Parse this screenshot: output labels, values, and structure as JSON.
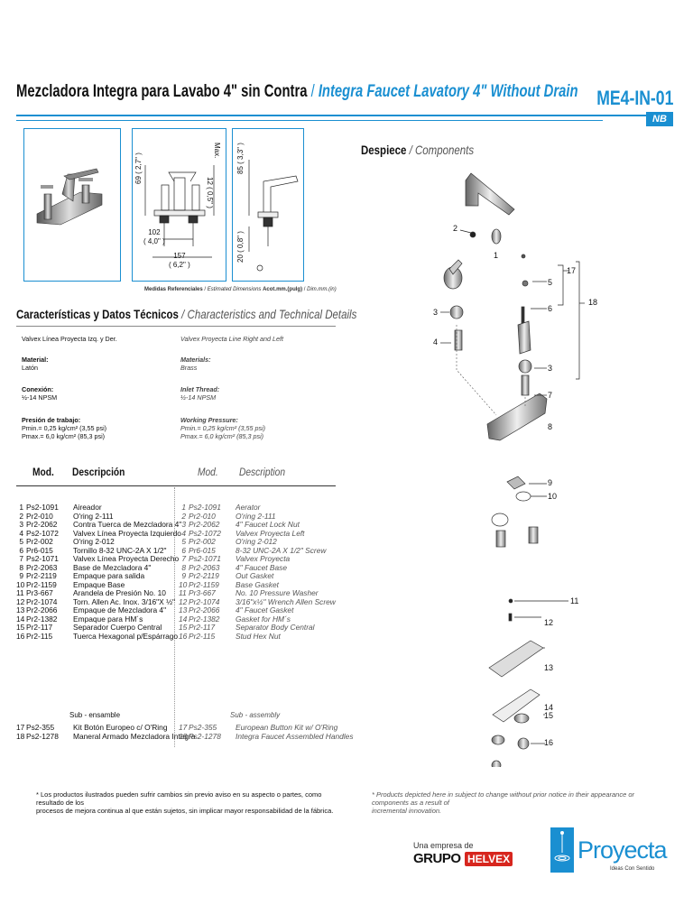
{
  "header": {
    "title_es": "Mezcladora Integra para Lavabo  4\" sin Contra",
    "separator": " / ",
    "title_en": "Integra Faucet Lavatory 4\" Without Drain",
    "code": "ME4-IN-01",
    "badge": "NB"
  },
  "dimensions": {
    "d1": "69",
    "d1b": "( 2,7\" )",
    "max": "Max.",
    "d2": "12",
    "d2b": "( 0,5\" )",
    "d3": "102",
    "d3b": "( 4,0\" )",
    "d4": "157",
    "d4b": "( 6,2\" )",
    "d5": "85",
    "d5b": "( 3,3\" )",
    "d6": "20",
    "d6b": "( 0,8\" )",
    "note_es": "Medidas Referenciales",
    "note_en": "Estimated Dimensions",
    "units_es": "Acot.mm.(pulg)",
    "units_en": "Dim.mm.(in)"
  },
  "components": {
    "title_es": "Despiece",
    "separator": " / ",
    "title_en": "Components",
    "labels": [
      "1",
      "2",
      "3",
      "4",
      "5",
      "6",
      "7",
      "8",
      "9",
      "10",
      "11",
      "12",
      "13",
      "14",
      "15",
      "16",
      "17",
      "18"
    ]
  },
  "characteristics": {
    "title_es": "Características y Datos Técnicos",
    "separator": " / ",
    "title_en": "Characteristics and Technical Details",
    "line_es": "Valvex Línea Proyecta Izq. y Der.",
    "line_en": "Valvex Proyecta Line Right and Left",
    "material_label_es": "Material:",
    "material_es": "Latón",
    "material_label_en": "Materials:",
    "material_en": "Brass",
    "conn_label_es": "Conexión:",
    "conn_es": "½-14 NPSM",
    "conn_label_en": "Inlet Thread:",
    "conn_en": "½-14 NPSM",
    "press_label_es": "Presión de trabajo:",
    "pmin_es": "Pmin.= 0,25 kg/cm² (3,55 psi)",
    "pmax_es": "Pmax.= 6,0 kg/cm² (85,3 psi)",
    "press_label_en": "Working Pressure:",
    "pmin_en": "Pmin.=  0,25 kg/cm² (3,55 psi)",
    "pmax_en": "Pmax.= 6,0 kg/cm² (85,3 psi)"
  },
  "parts_table": {
    "col_mod_es": "Mod.",
    "col_desc_es": "Descripción",
    "col_mod_en": "Mod.",
    "col_desc_en": "Description",
    "rows": [
      {
        "n": "1",
        "mod": "Ps2-1091",
        "es": "Aireador",
        "en": "Aerator"
      },
      {
        "n": "2",
        "mod": "Pr2-010",
        "es": "O'ring 2-111",
        "en": "O'ring 2-111"
      },
      {
        "n": "3",
        "mod": "Pr2-2062",
        "es": "Contra  Tuerca de  Mezcladora 4\"",
        "en": "4\" Faucet Lock Nut"
      },
      {
        "n": "4",
        "mod": "Ps2-1072",
        "es": "Valvex Línea Proyecta Izquierdo",
        "en": "Valvex Proyecta Left"
      },
      {
        "n": "5",
        "mod": "Pr2-002",
        "es": "O'ring 2-012",
        "en": "O'ring 2-012"
      },
      {
        "n": "6",
        "mod": "Pr6-015",
        "es": "Tornillo  8-32 UNC-2A X  1/2\"",
        "en": "8-32 UNC-2A X  1/2\"  Screw"
      },
      {
        "n": "7",
        "mod": "Ps2-1071",
        "es": "Valvex Línea Proyecta Derecho",
        "en": "Valvex Proyecta"
      },
      {
        "n": "8",
        "mod": "Pr2-2063",
        "es": "Base de  Mezcladora 4\"",
        "en": "4\" Faucet Base"
      },
      {
        "n": "9",
        "mod": "Pr2-2119",
        "es": "Empaque para salida",
        "en": "Out Gasket"
      },
      {
        "n": "10",
        "mod": "Pr2-1159",
        "es": "Empaque Base",
        "en": "Base Gasket"
      },
      {
        "n": "11",
        "mod": "Pr3-667",
        "es": "Arandela de Presión  No. 10",
        "en": "No. 10 Pressure Washer"
      },
      {
        "n": "12",
        "mod": "Pr2-1074",
        "es": "Torn. Allen Ac. Inox. 3/16\"X ½\"",
        "en": "3/16\"x½\" Wrench  Allen Screw"
      },
      {
        "n": "13",
        "mod": "Pr2-2066",
        "es": "Empaque de Mezcladora 4\"",
        "en": "4\" Faucet Gasket"
      },
      {
        "n": "14",
        "mod": "Pr2-1382",
        "es": "Empaque para HM´s",
        "en": "Gasket for HM´s"
      },
      {
        "n": "15",
        "mod": "Pr2-117",
        "es": "Separador Cuerpo Central",
        "en": "Separator Body Central"
      },
      {
        "n": "16",
        "mod": "Pr2-115",
        "es": "Tuerca Hexagonal p/Espárrago",
        "en": "Stud Hex Nut"
      }
    ],
    "sub_es": "Sub - ensamble",
    "sub_en": "Sub - assembly",
    "sub_rows": [
      {
        "n": "17",
        "mod": "Ps2-355",
        "es": "Kit Botón Europeo c/ O'Ring",
        "en": "European Button Kit w/ O'Ring"
      },
      {
        "n": "18",
        "mod": "Ps2-1278",
        "es": "Maneral Armado Mezcladora Integra",
        "en": "Integra Faucet Assembled Handles"
      }
    ]
  },
  "footer": {
    "note_es_1": "* Los productos ilustrados pueden sufrir cambios sin previo aviso en su aspecto o partes, como resultado de los",
    "note_es_2": "procesos de mejora continua  al que están sujetos, sin implicar mayor responsabilidad de la fábrica.",
    "note_en_1": "* Products depicted here in subject to change without prior notice in their appearance or components as a result of",
    "note_en_2": "incremental innovation.",
    "brand_tag": "Una empresa de",
    "brand_grupo": "GRUPO",
    "brand_helvex": "HELVEX",
    "brand_proyecta": "Proyecta",
    "brand_slogan": "Ideas Con Sentido"
  },
  "colors": {
    "accent": "#1a8fd1",
    "helvex_red": "#d7261e"
  }
}
